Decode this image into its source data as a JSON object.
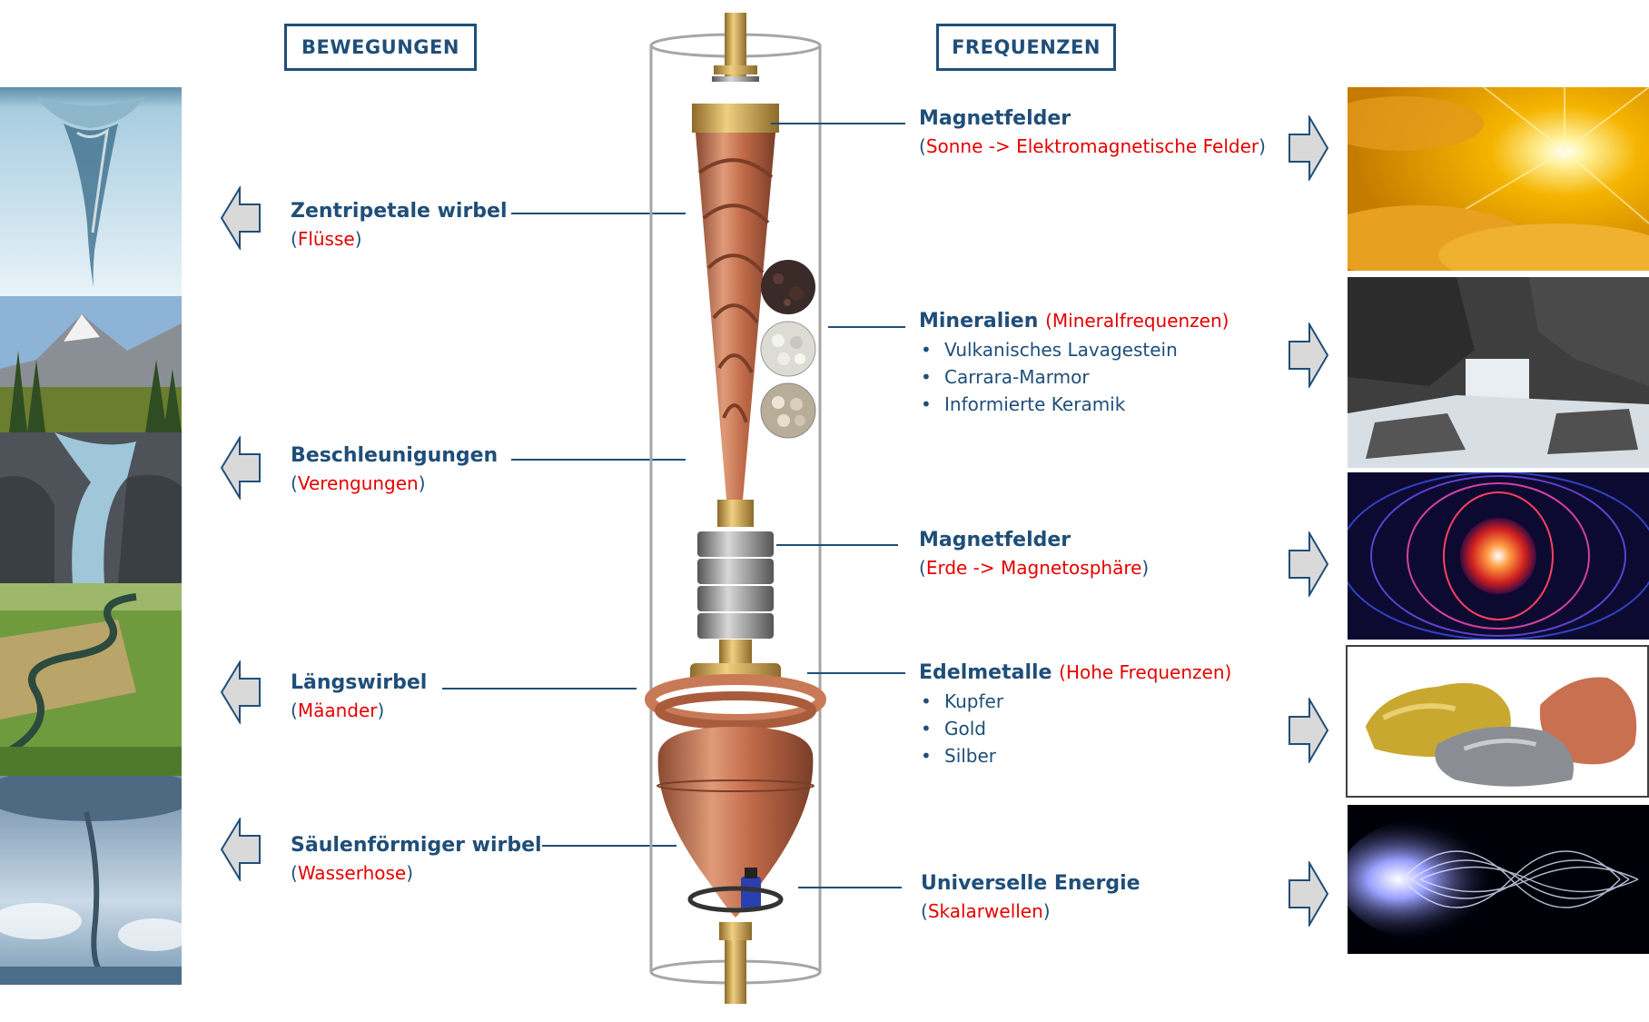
{
  "headers": {
    "left": "BEWEGUNGEN",
    "right": "FREQUENZEN"
  },
  "left_labels": [
    {
      "title": "Zentripetale wirbel",
      "sub": "Flüsse"
    },
    {
      "title": "Beschleunigungen",
      "sub": "Verengungen"
    },
    {
      "title": "Längswirbel",
      "sub": "Mäander"
    },
    {
      "title": "Säulenförmiger wirbel",
      "sub": "Wasserhose"
    }
  ],
  "right_labels": [
    {
      "title": "Magnetfelder",
      "sub": "Sonne -> Elektromagnetische Felder"
    },
    {
      "title": "Mineralien",
      "title_extra": "Mineralfrequenzen",
      "items": [
        "Vulkanisches Lavagestein",
        "Carrara-Marmor",
        "Informierte Keramik"
      ]
    },
    {
      "title": "Magnetfelder",
      "sub": "Erde -> Magnetosphäre"
    },
    {
      "title": "Edelmetalle",
      "title_extra": "Hohe Frequenzen",
      "items": [
        "Kupfer",
        "Gold",
        "Silber"
      ]
    },
    {
      "title": "Universelle Energie",
      "sub": "Skalarwellen"
    }
  ],
  "colors": {
    "navy": "#1f4e79",
    "red": "#e60000",
    "copper": "#c06a48",
    "arrow_fill": "#d9d9d9"
  }
}
